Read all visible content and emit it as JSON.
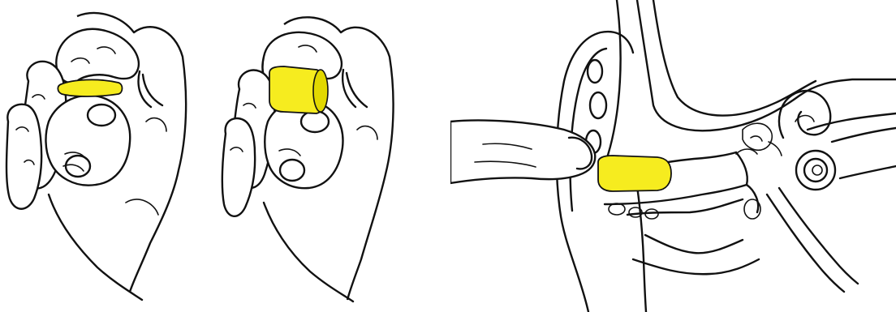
{
  "figure": {
    "colors": {
      "line": "#111111",
      "background": "#ffffff",
      "earplug": "#f6ec1f",
      "earplug_shade": "#e2d800"
    },
    "panels": [
      {
        "step": 1,
        "depicts": "rolled-earplug-between-fingers"
      },
      {
        "step": 2,
        "depicts": "expanded-earplug-between-fingers"
      },
      {
        "step": 3,
        "depicts": "earplug-pushed-into-ear-canal"
      }
    ]
  }
}
